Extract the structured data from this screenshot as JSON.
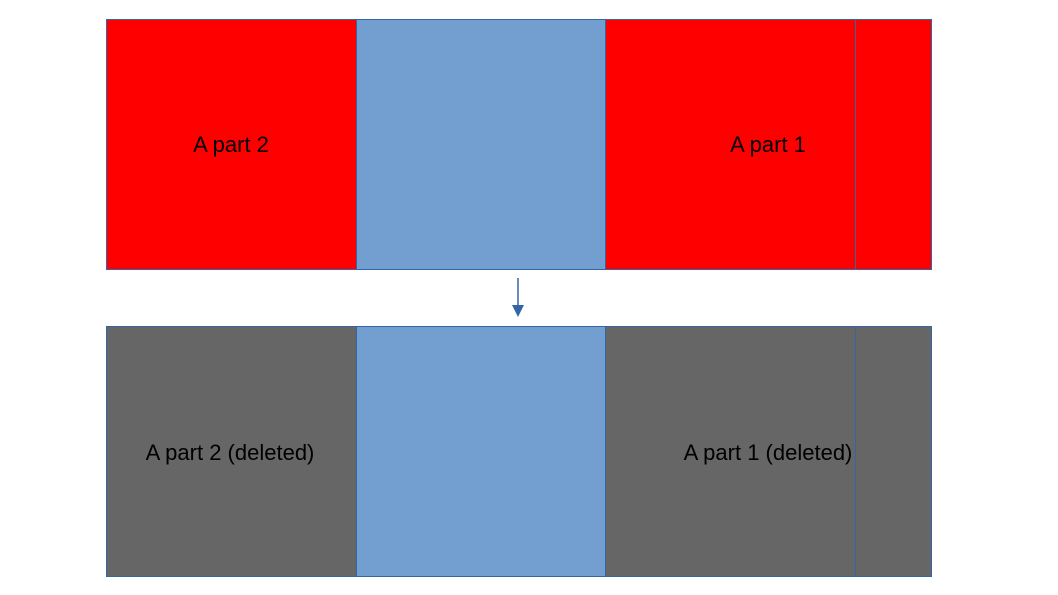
{
  "colors": {
    "active_part": "#ff0000",
    "deleted_part": "#666666",
    "middle_block": "#729fcf",
    "border": "#3465a4",
    "arrow": "#3465a4"
  },
  "top_row": {
    "left_label": "A part 2",
    "right_label": "A part 1"
  },
  "bottom_row": {
    "left_label": "A part 2 (deleted)",
    "right_label": "A part 1 (deleted)"
  },
  "arrow": {
    "direction": "down",
    "icon": "arrow-down-icon"
  }
}
